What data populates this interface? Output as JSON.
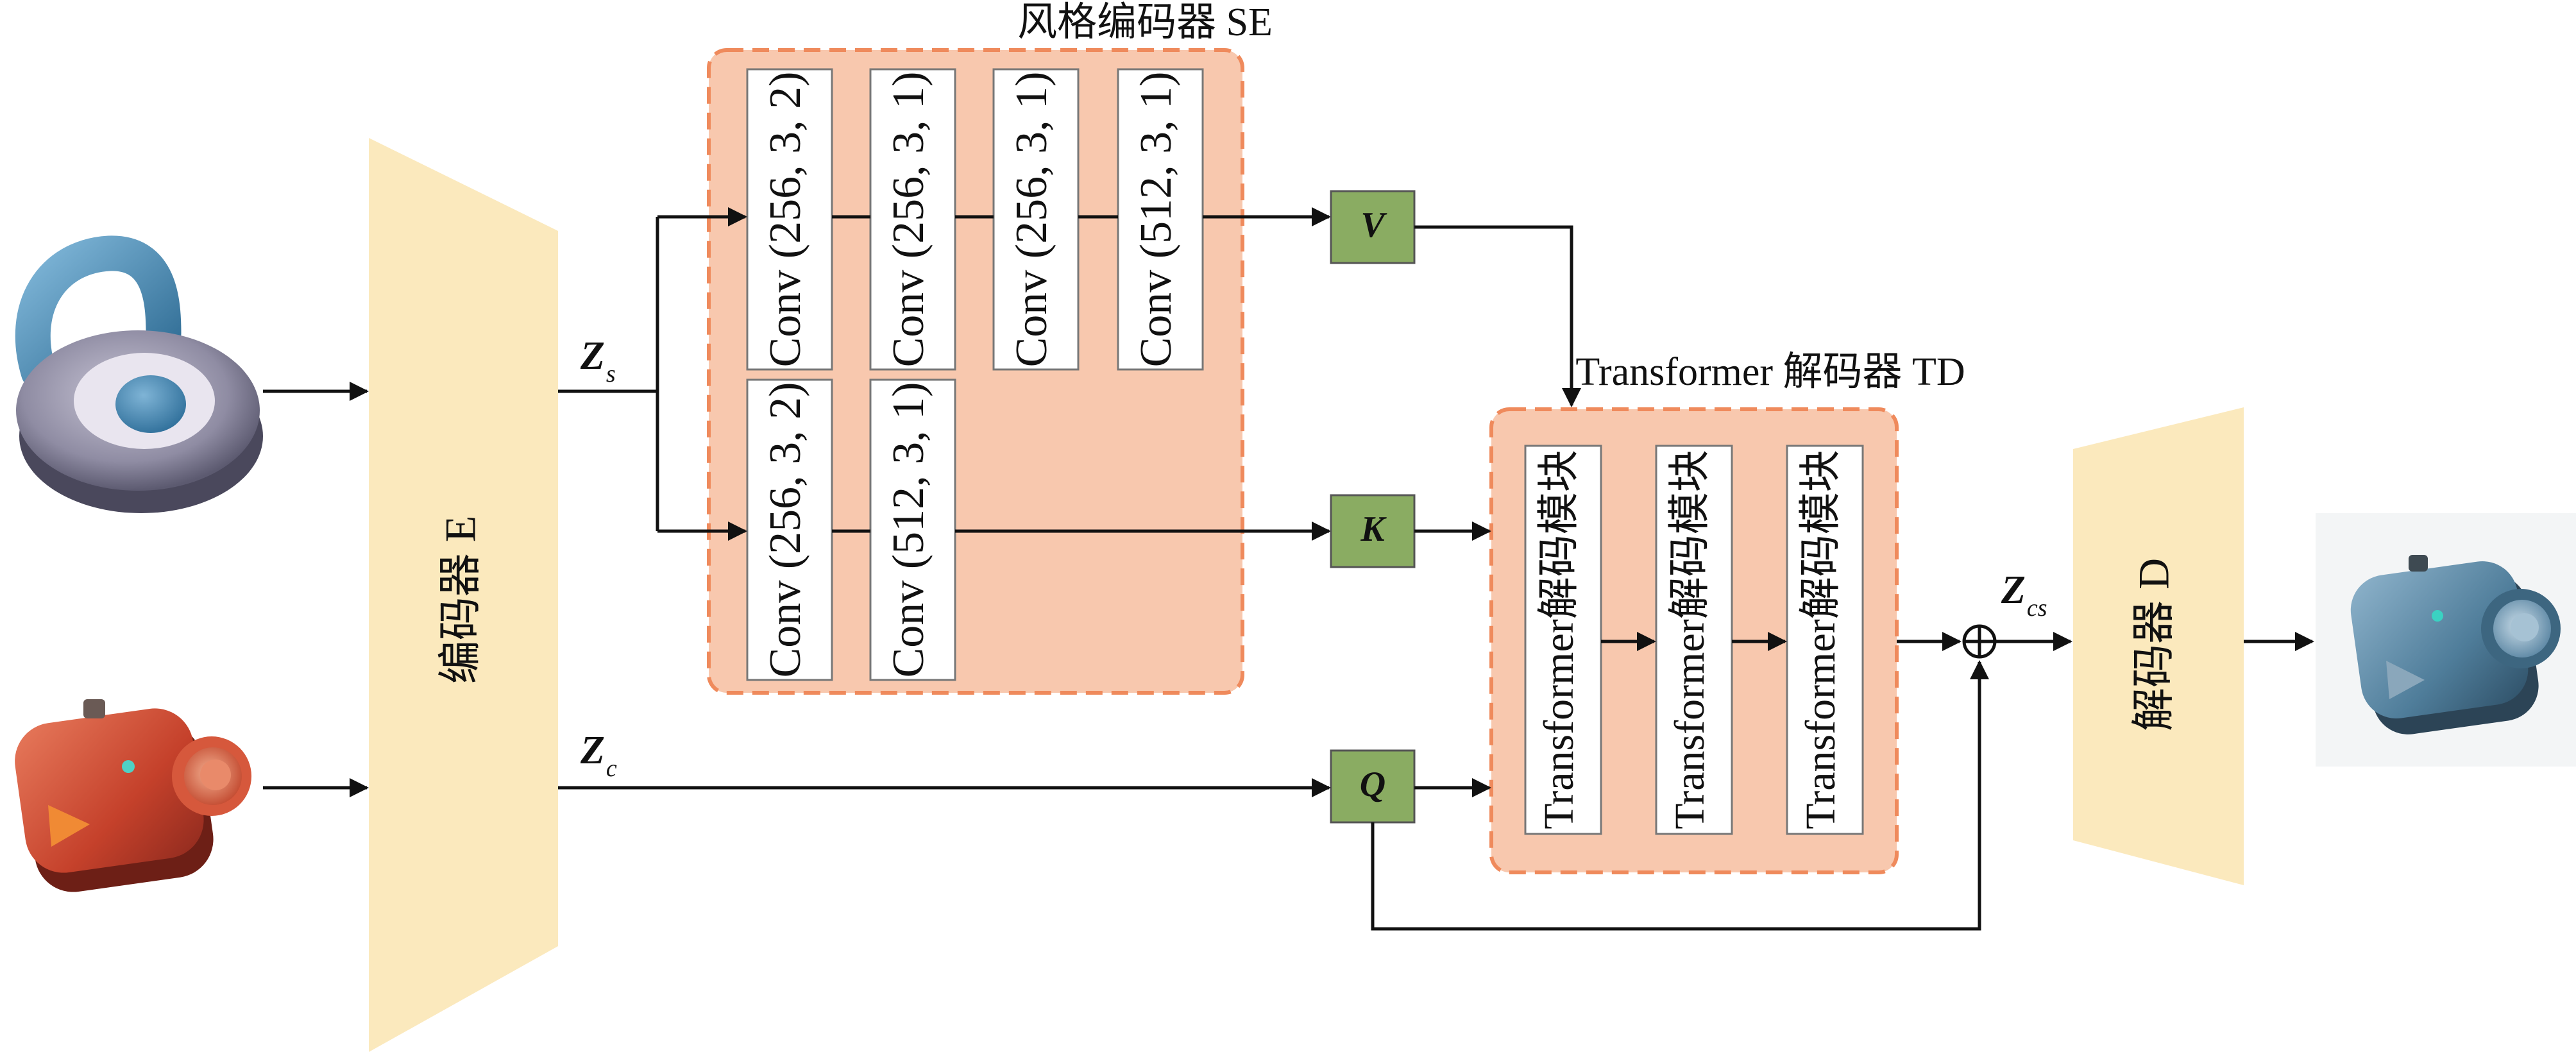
{
  "style_encoder": {
    "title": "风格编码器 SE",
    "row1": [
      "Conv (256, 3, 2)",
      "Conv (256, 3, 1)",
      "Conv (256, 3, 1)",
      "Conv (512, 3, 1)"
    ],
    "row2": [
      "Conv (256, 3, 2)",
      "Conv (512, 3, 1)"
    ]
  },
  "transformer_decoder": {
    "title": "Transformer 解码器 TD",
    "blocks": [
      "Transformer解码模块",
      "Transformer解码模块",
      "Transformer解码模块"
    ]
  },
  "encoder": {
    "label": "编码器 E"
  },
  "decoder": {
    "label": "解码器 D"
  },
  "attention": {
    "v": "V",
    "k": "K",
    "q": "Q"
  },
  "variables": {
    "zs_main": "Z",
    "zs_sub": "s",
    "zc_main": "Z",
    "zc_sub": "c",
    "zcs_main": "Z",
    "zcs_sub": "cs"
  },
  "colors": {
    "encoder_fill": "#fbe9bd",
    "se_fill": "#f8c8ae",
    "dashed_border": "#ef8a5c",
    "qkv_fill": "#8aac62",
    "box_fill": "#ffffff"
  }
}
